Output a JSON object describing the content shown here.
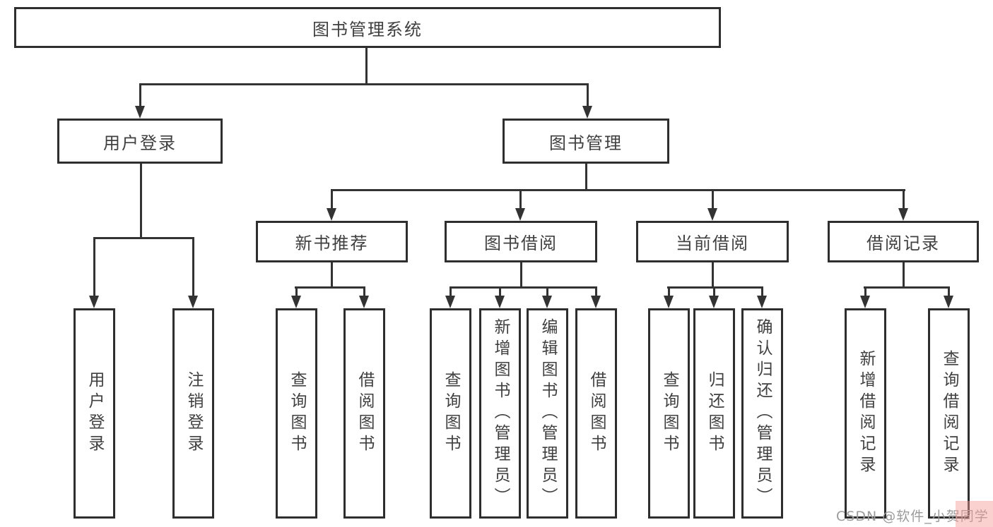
{
  "diagram": {
    "root": {
      "label": "图书管理系统"
    },
    "level1": [
      {
        "id": "user-login",
        "label": "用户登录"
      },
      {
        "id": "book-management",
        "label": "图书管理"
      }
    ],
    "level2": [
      {
        "id": "new-book-recommend",
        "label": "新书推荐"
      },
      {
        "id": "book-borrow",
        "label": "图书借阅"
      },
      {
        "id": "current-borrow",
        "label": "当前借阅"
      },
      {
        "id": "borrow-record",
        "label": "借阅记录"
      }
    ],
    "leaves": {
      "user": [
        {
          "label": "用户登录"
        },
        {
          "label": "注销登录"
        }
      ],
      "recommend": [
        {
          "label": "查询图书"
        },
        {
          "label": "借阅图书"
        }
      ],
      "borrow": [
        {
          "label": "查询图书"
        },
        {
          "label": "新增图书（管理员）"
        },
        {
          "label": "编辑图书（管理员）"
        },
        {
          "label": "借阅图书"
        }
      ],
      "current": [
        {
          "label": "查询图书"
        },
        {
          "label": "归还图书"
        },
        {
          "label": "确认归还（管理员）"
        }
      ],
      "records": [
        {
          "label": "新增借阅记录"
        },
        {
          "label": "查询借阅记录"
        }
      ]
    }
  },
  "colors": {
    "line": "#333333",
    "box_border": "#2e2e2e",
    "text": "#404040",
    "watermark_text": "#9b9b9b",
    "watermark_accent": "#f59a94"
  },
  "watermark": {
    "text": "CSDN @软件_小贺同学"
  }
}
